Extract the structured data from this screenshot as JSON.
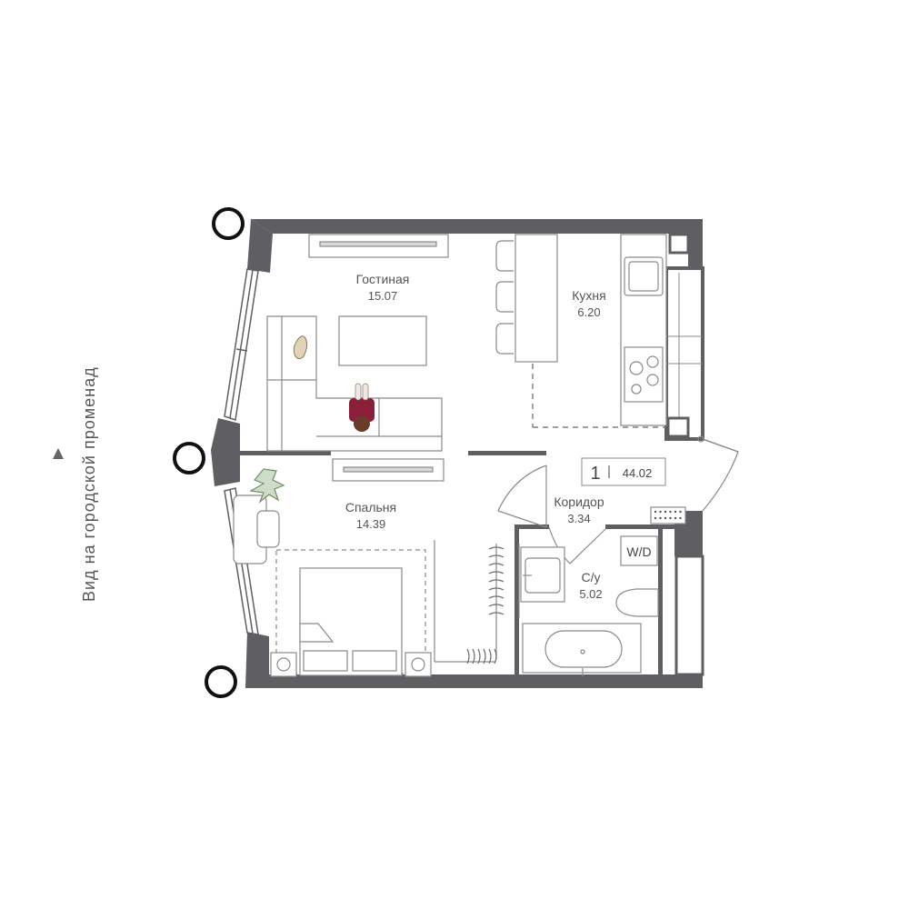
{
  "view": {
    "text": "Вид на городской променад"
  },
  "apartment": {
    "rooms_count": "1",
    "total_area": "44.02"
  },
  "rooms": {
    "living": {
      "name": "Гостиная",
      "area": "15.07"
    },
    "kitchen": {
      "name": "Кухня",
      "area": "6.20"
    },
    "bedroom": {
      "name": "Спальня",
      "area": "14.39"
    },
    "corridor": {
      "name": "Коридор",
      "area": "3.34"
    },
    "bathroom": {
      "name": "С/у",
      "area": "5.02"
    }
  },
  "appliances": {
    "washer_dryer": "W/D"
  },
  "colors": {
    "wall": "#5f5f63",
    "line": "#8a8a8a",
    "furniture_fill": "#ffffff",
    "person_accent": "#8b1f3a",
    "plant": "#6e8f64"
  }
}
